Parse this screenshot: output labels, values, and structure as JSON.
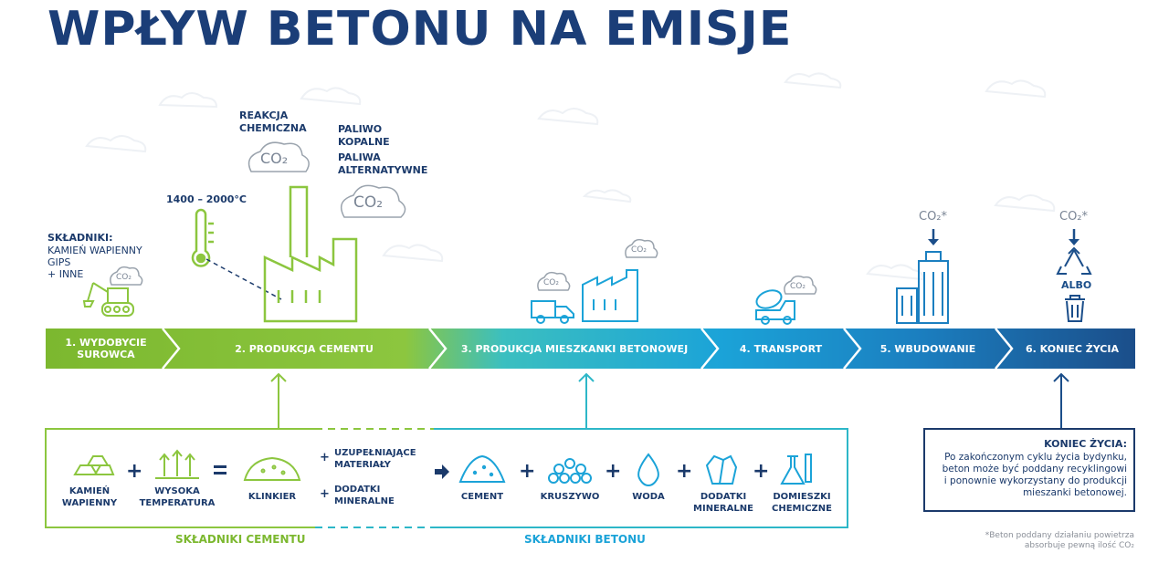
{
  "title": "WPŁYW BETONU NA EMISJE",
  "top_labels": {
    "reaction": [
      "REAKCJA",
      "CHEMICZNA"
    ],
    "fuel": [
      "PALIWO",
      "KOPALNE"
    ],
    "fuel_alt": [
      "PALIWA",
      "ALTERNATYWNE"
    ],
    "temperature": "1400 – 2000°C",
    "ingredients_heading": "SKŁADNIKI:",
    "ingredients": [
      "KAMIEŃ WAPIENNY",
      "GIPS",
      "+ INNE"
    ],
    "albo": "ALBO",
    "co2": "CO₂",
    "co2_star": "CO₂*"
  },
  "steps": [
    {
      "label": "1. WYDOBYCIE\nSUROWCA",
      "color": "#7cb82f"
    },
    {
      "label": "2. PRODUKCJA CEMENTU",
      "color": "#8cc63f"
    },
    {
      "label": "3. PRODUKCJA MIESZKANKI BETONOWEJ",
      "color": "#2db7c8"
    },
    {
      "label": "4. TRANSPORT",
      "color": "#1ba3d8"
    },
    {
      "label": "5. WBUDOWANIE",
      "color": "#1b7fc0"
    },
    {
      "label": "6. KONIEC ŻYCIA",
      "color": "#1b4e8a"
    }
  ],
  "cement_ingredients": {
    "limestone": "KAMIEŃ\nWAPIENNY",
    "temperature": "WYSOKA\nTEMPERATURA",
    "clinker": "KLINKIER",
    "supplementary": "UZUPEŁNIAJĄCE\nMATERIAŁY",
    "mineral_additives": "DODATKI\nMINERALNE",
    "section": "SKŁADNIKI CEMENTU"
  },
  "concrete_ingredients": {
    "cement": "CEMENT",
    "aggregate": "KRUSZYWO",
    "water": "WODA",
    "mineral_additives": "DODATKI\nMINERALNE",
    "admixtures": "DOMIESZKI\nCHEMICZNE",
    "section": "SKŁADNIKI BETONU"
  },
  "end_of_life": {
    "heading": "KONIEC ŻYCIA:",
    "text": [
      "Po zakończonym cyklu życia bydynku,",
      "beton może być poddany recyklingowi",
      "i ponownie wykorzystany do produkcji",
      "mieszanki betonowej."
    ]
  },
  "footnote": [
    "*Beton poddany działaniu powietrza",
    "absorbuje pewną ilość CO₂"
  ],
  "colors": {
    "navy": "#1b3a6b",
    "green": "#7cb82f",
    "light_green": "#8cc63f",
    "teal": "#2db7c8",
    "blue": "#1ba3d8",
    "dark_blue": "#1b4e8a"
  }
}
